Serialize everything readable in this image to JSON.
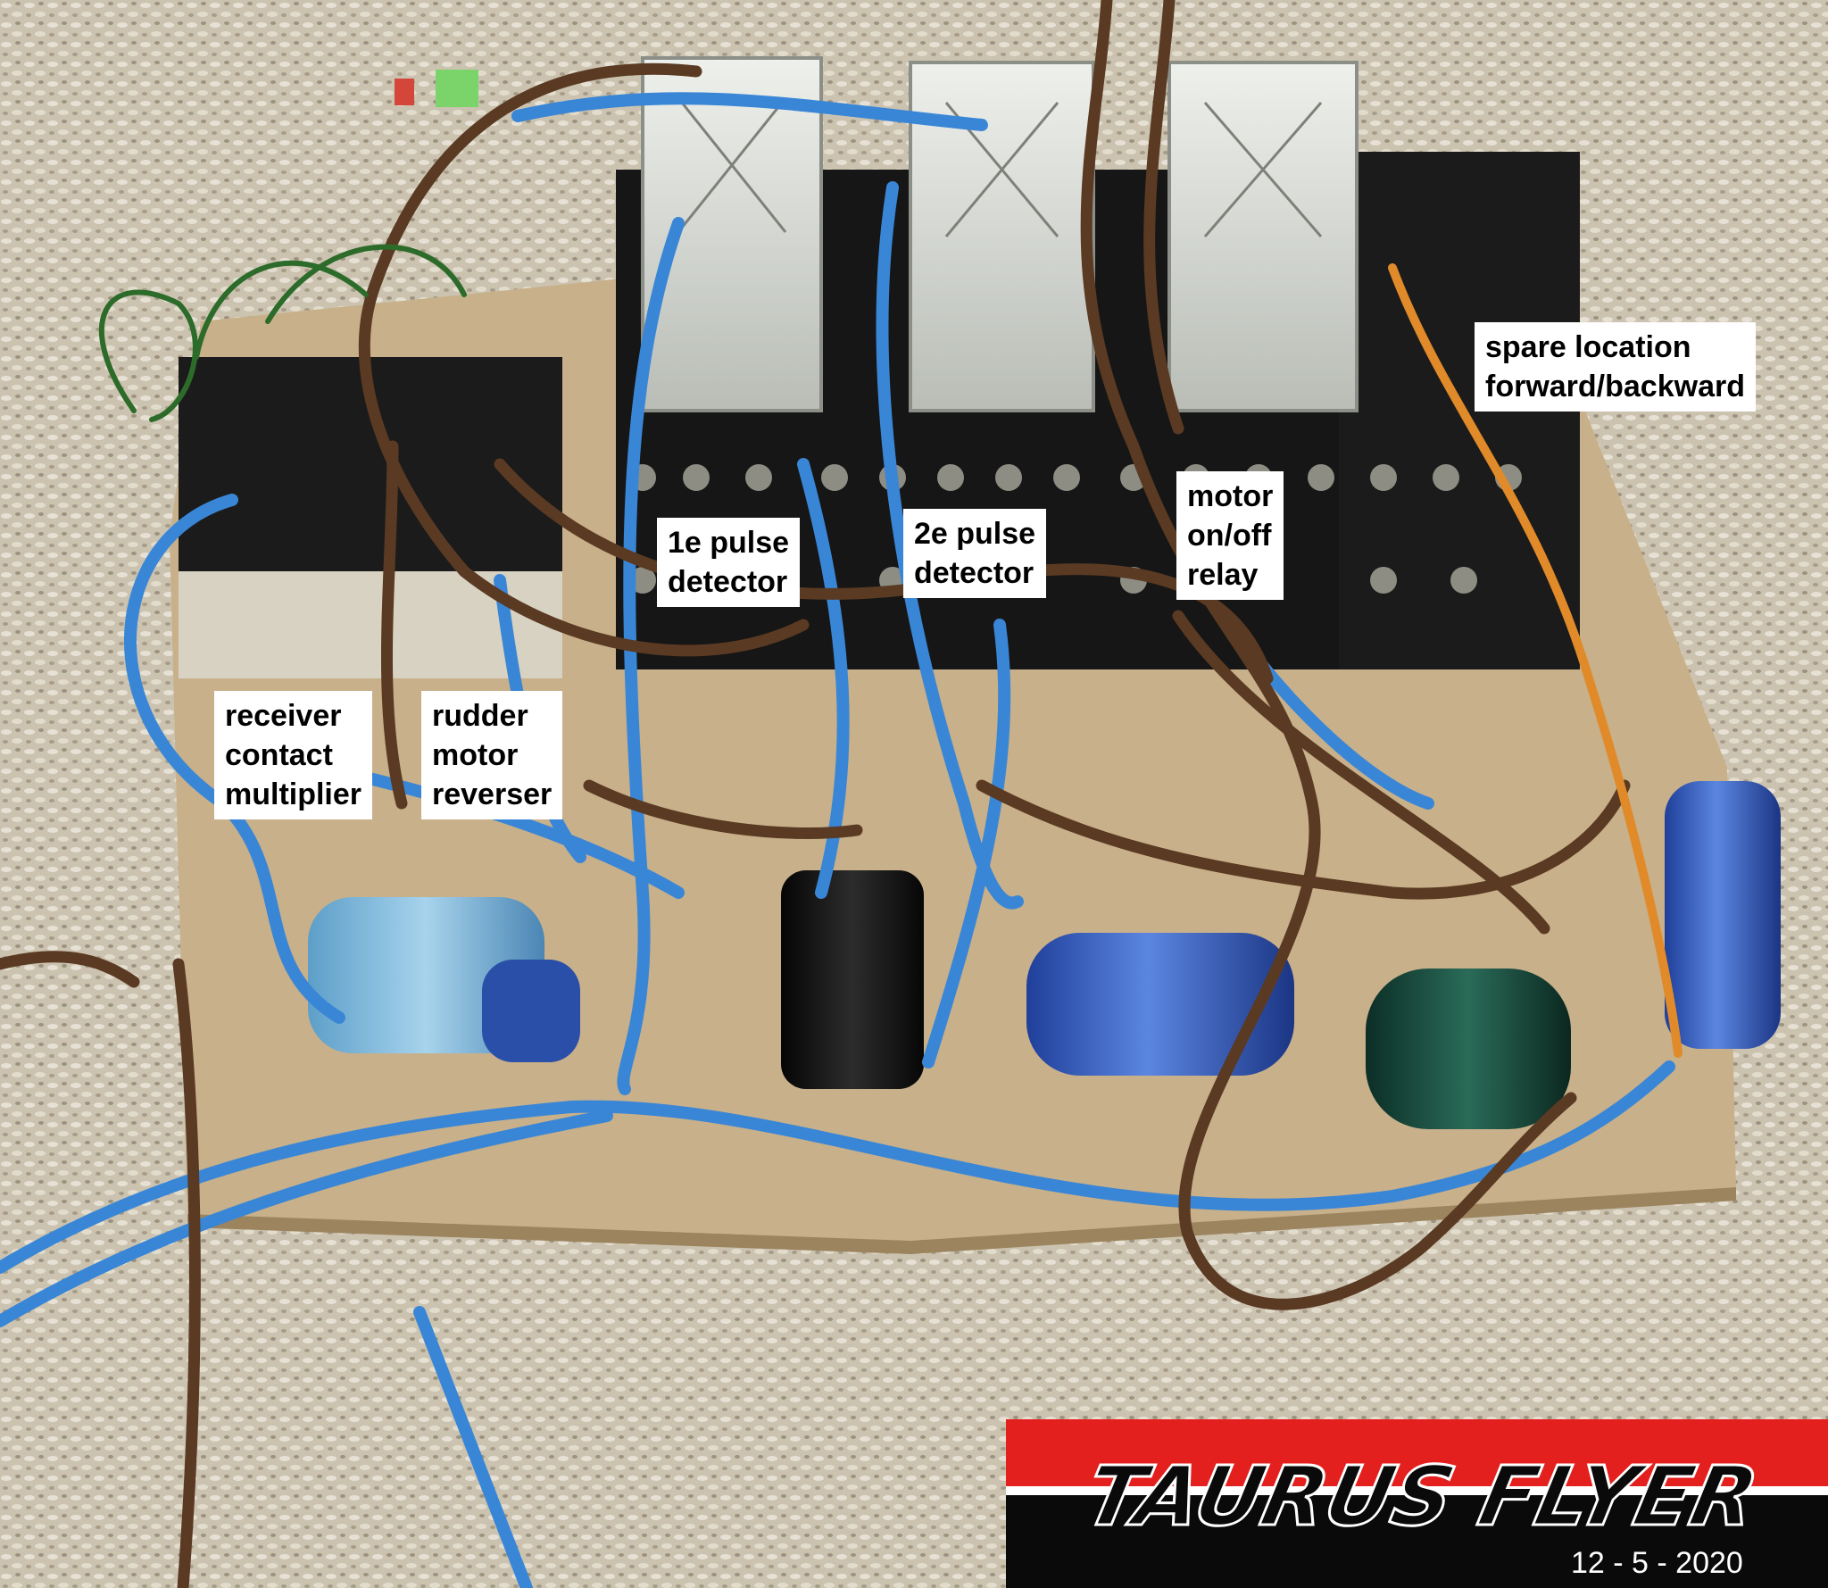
{
  "labels": {
    "spare": {
      "lines": [
        "spare location",
        "forward/backward"
      ]
    },
    "pulse1": {
      "lines": [
        "1e pulse",
        "detector"
      ]
    },
    "pulse2": {
      "lines": [
        "2e pulse",
        "detector"
      ]
    },
    "motor": {
      "lines": [
        "motor",
        "on/off",
        "relay"
      ]
    },
    "receiver": {
      "lines": [
        "receiver",
        "contact",
        "multiplier"
      ]
    },
    "rudder": {
      "lines": [
        "rudder",
        "motor",
        "reverser"
      ]
    }
  },
  "logo": {
    "text": "TAURUS FLYER",
    "date": "12 - 5 - 2020"
  },
  "colors": {
    "carpet": "#cdc6b4",
    "board": "#c9b48f",
    "relay_base": "#151515",
    "relay_cover": "#d9dcd6",
    "wire_blue": "#3a86d6",
    "wire_brown": "#5a3a22",
    "wire_green": "#2d6b2a",
    "wire_orange": "#e08a2a",
    "logo_red": "#e3201e",
    "logo_black": "#0a0a0a"
  }
}
